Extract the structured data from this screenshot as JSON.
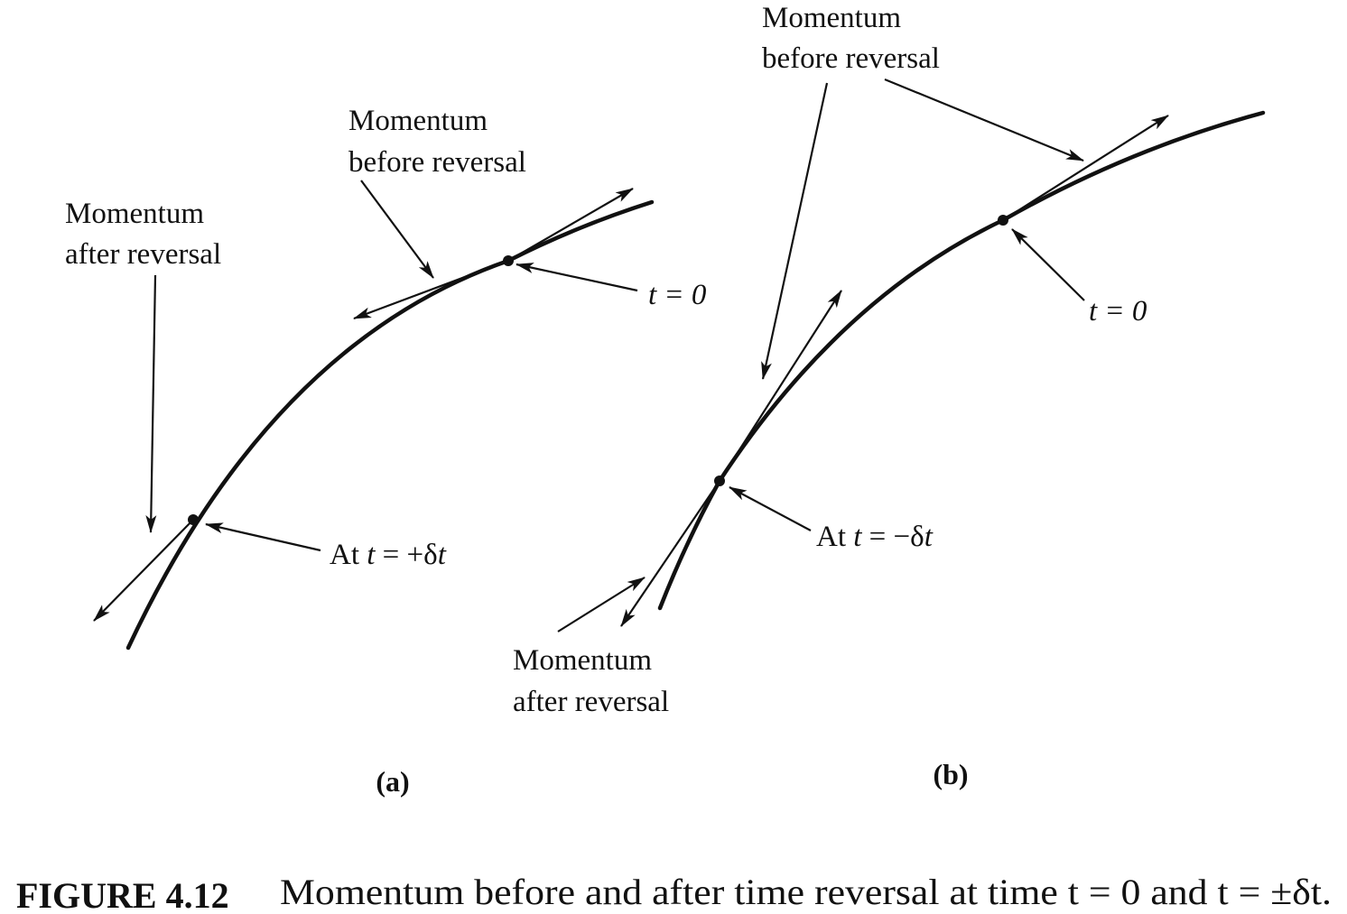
{
  "panel_a": {
    "label_before": [
      "Momentum",
      "before reversal"
    ],
    "label_after": [
      "Momentum",
      "after reversal"
    ],
    "label_t0": "t = 0",
    "label_dt": {
      "prefix": "At ",
      "t": "t",
      "rest": " = +δ",
      "t2": "t"
    },
    "sublabel": "(a)"
  },
  "panel_b": {
    "label_before": [
      "Momentum",
      "before reversal"
    ],
    "label_after": [
      "Momentum",
      "after reversal"
    ],
    "label_t0": "t = 0",
    "label_dt": {
      "prefix": "At ",
      "t": "t",
      "rest": " = −δ",
      "t2": "t"
    },
    "sublabel": "(b)"
  },
  "caption": {
    "number": "FIGURE 4.12",
    "text": "Momentum before and after time reversal at time t = 0 and t = ±δt."
  }
}
